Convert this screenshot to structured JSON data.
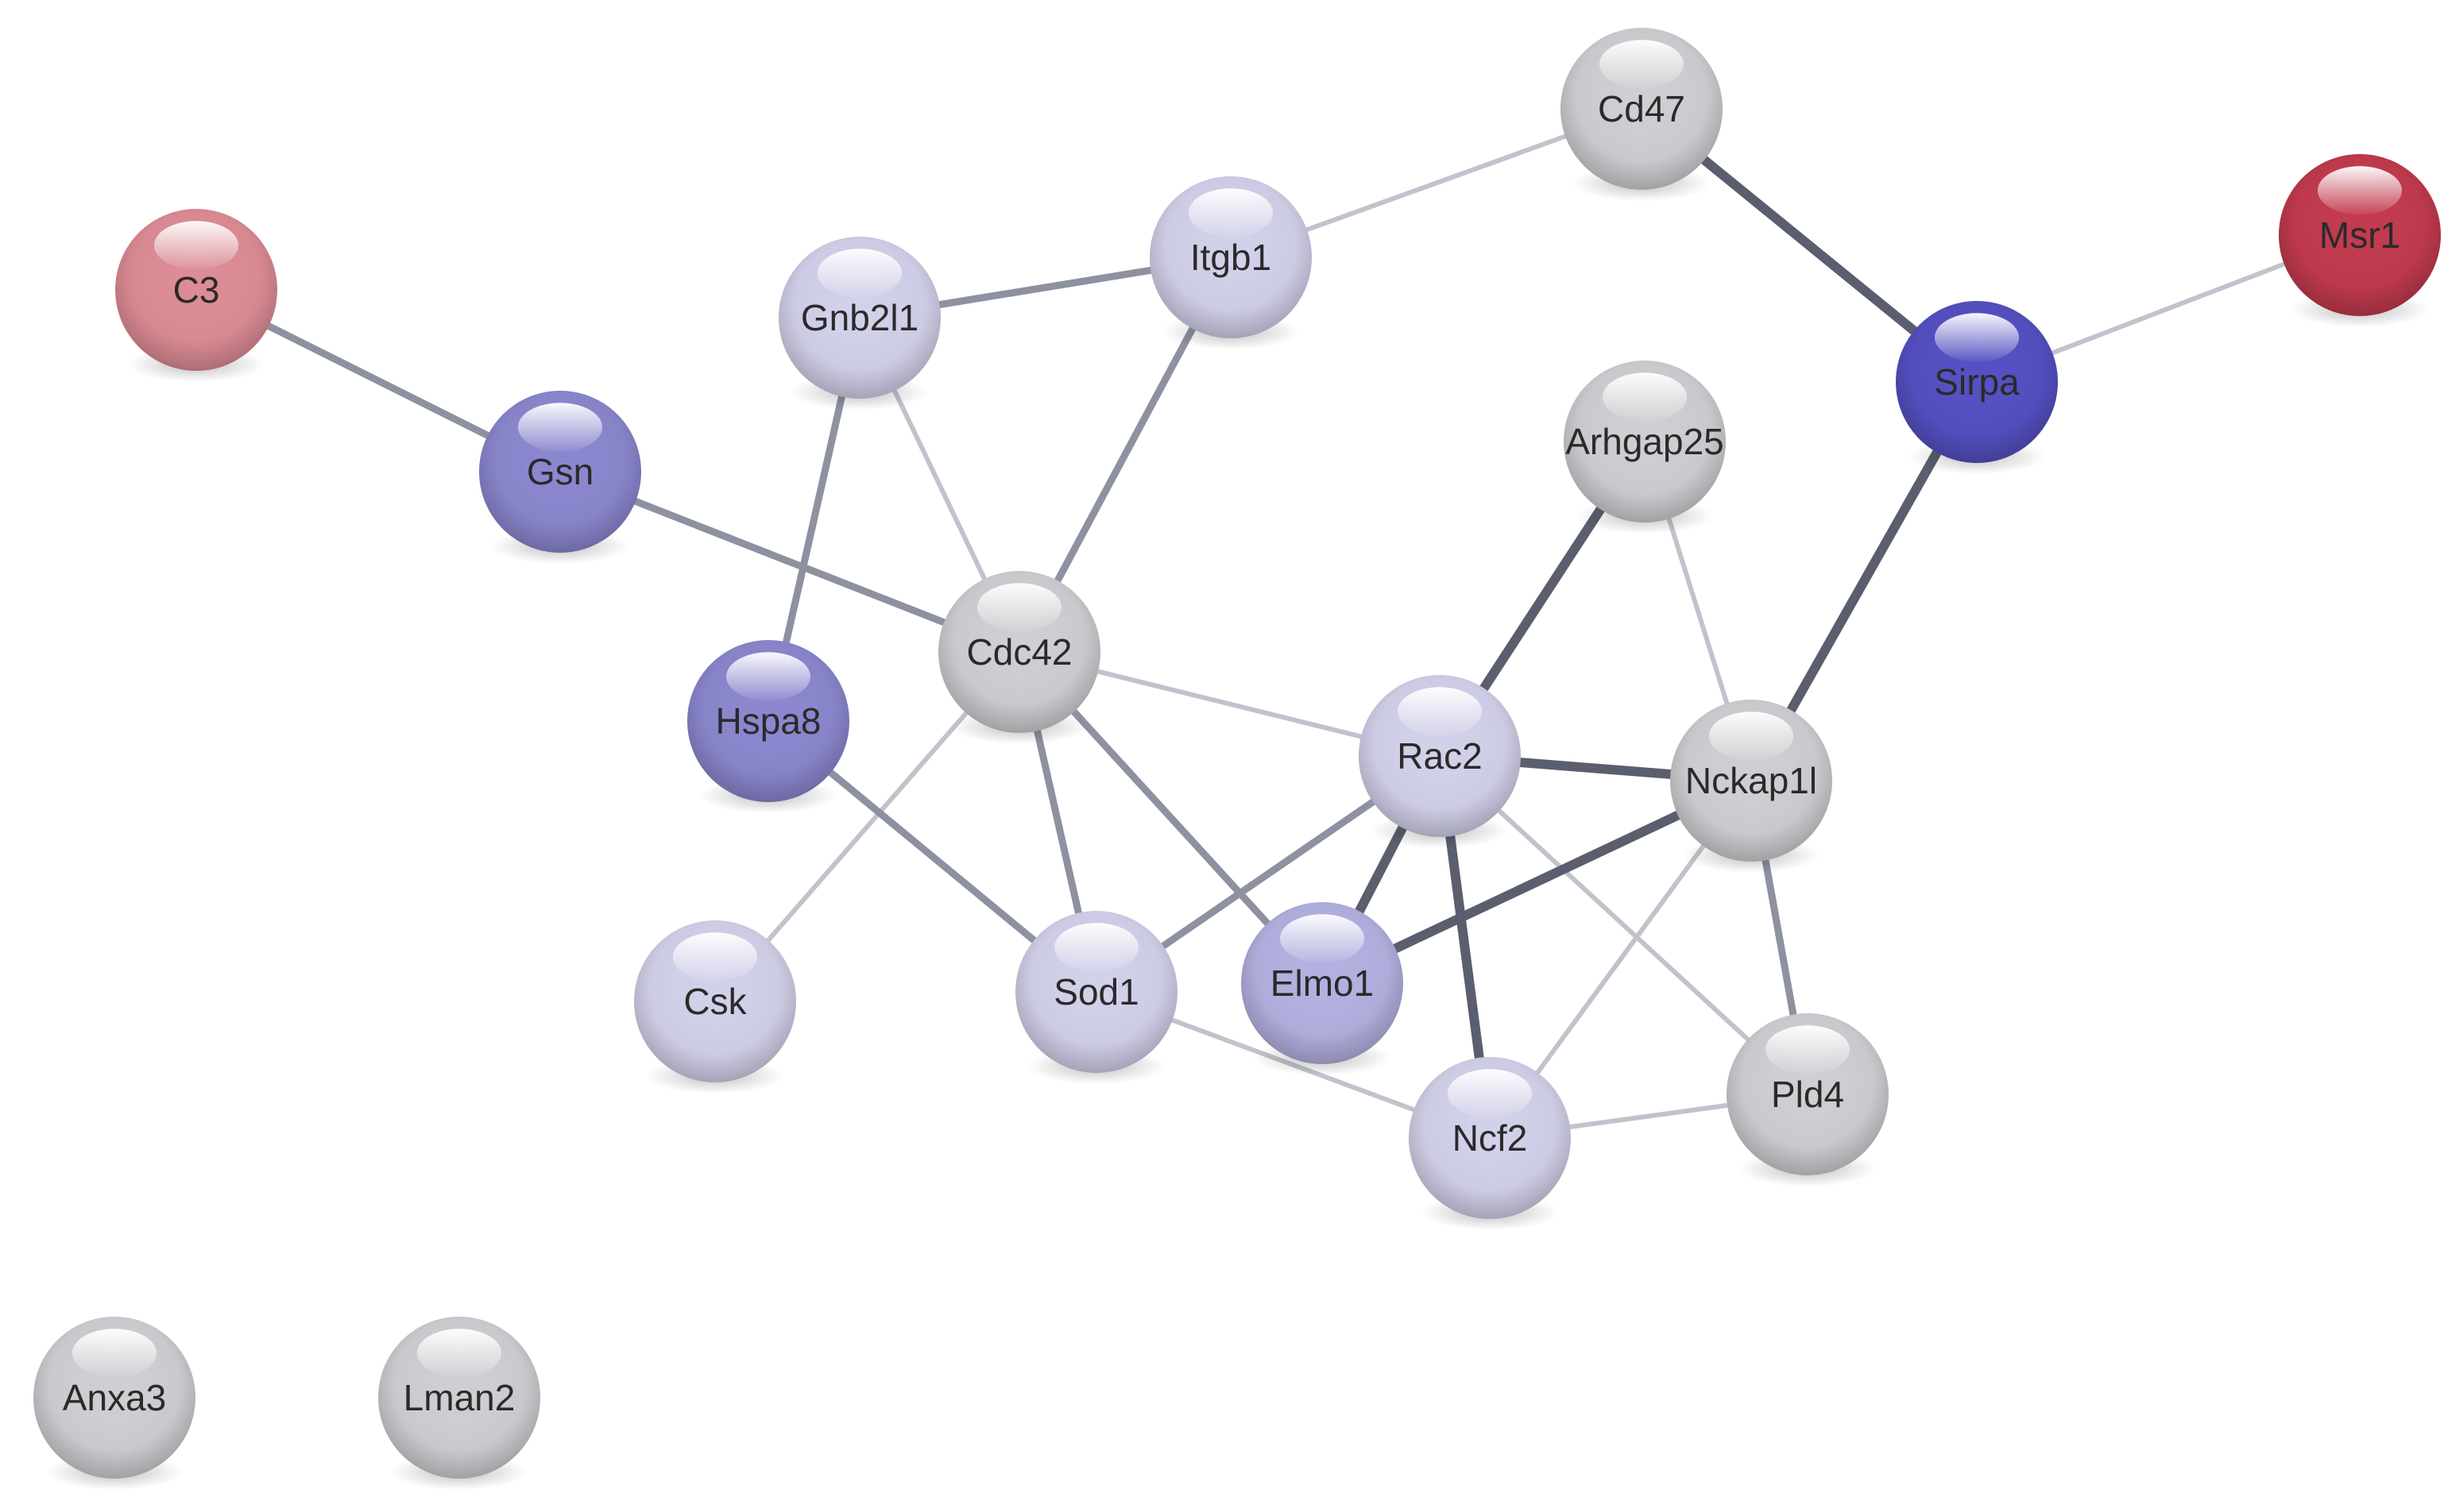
{
  "diagram": {
    "type": "protein-interaction-network",
    "colors": {
      "gray": "#cfcfd3",
      "lavender": "#d2d1ea",
      "light_purple": "#b3b1e0",
      "medium_purple": "#8b87cf",
      "blue_purple": "#5550c2",
      "pink": "#dd8c95",
      "red": "#c23a4d",
      "edge_strong": "#5a5e6e",
      "edge_medium": "#8d91a0",
      "edge_light": "#c1c3cc"
    },
    "nodes": [
      {
        "id": "cd47",
        "label": "Cd47",
        "color": "gray"
      },
      {
        "id": "msr1",
        "label": "Msr1",
        "color": "red"
      },
      {
        "id": "c3",
        "label": "C3",
        "color": "pink"
      },
      {
        "id": "itgb1",
        "label": "Itgb1",
        "color": "lavender"
      },
      {
        "id": "gnb2l1",
        "label": "Gnb2l1",
        "color": "lavender"
      },
      {
        "id": "sirpa",
        "label": "Sirpa",
        "color": "blue_purple"
      },
      {
        "id": "gsn",
        "label": "Gsn",
        "color": "medium_purple"
      },
      {
        "id": "arhgap25",
        "label": "Arhgap25",
        "color": "gray"
      },
      {
        "id": "cdc42",
        "label": "Cdc42",
        "color": "gray"
      },
      {
        "id": "hspa8",
        "label": "Hspa8",
        "color": "medium_purple"
      },
      {
        "id": "rac2",
        "label": "Rac2",
        "color": "lavender"
      },
      {
        "id": "nckap1l",
        "label": "Nckap1l",
        "color": "gray"
      },
      {
        "id": "csk",
        "label": "Csk",
        "color": "lavender"
      },
      {
        "id": "sod1",
        "label": "Sod1",
        "color": "lavender"
      },
      {
        "id": "elmo1",
        "label": "Elmo1",
        "color": "light_purple"
      },
      {
        "id": "pld4",
        "label": "Pld4",
        "color": "gray"
      },
      {
        "id": "ncf2",
        "label": "Ncf2",
        "color": "lavender"
      },
      {
        "id": "anxa3",
        "label": "Anxa3",
        "color": "gray"
      },
      {
        "id": "lman2",
        "label": "Lman2",
        "color": "gray"
      }
    ],
    "edges": [
      {
        "source": "cd47",
        "target": "itgb1",
        "strength": "light"
      },
      {
        "source": "cd47",
        "target": "sirpa",
        "strength": "strong"
      },
      {
        "source": "msr1",
        "target": "sirpa",
        "strength": "light"
      },
      {
        "source": "c3",
        "target": "gsn",
        "strength": "medium"
      },
      {
        "source": "gnb2l1",
        "target": "itgb1",
        "strength": "medium"
      },
      {
        "source": "gnb2l1",
        "target": "hspa8",
        "strength": "medium"
      },
      {
        "source": "gnb2l1",
        "target": "cdc42",
        "strength": "light"
      },
      {
        "source": "itgb1",
        "target": "cdc42",
        "strength": "medium"
      },
      {
        "source": "gsn",
        "target": "cdc42",
        "strength": "medium"
      },
      {
        "source": "sirpa",
        "target": "nckap1l",
        "strength": "strong"
      },
      {
        "source": "arhgap25",
        "target": "rac2",
        "strength": "strong"
      },
      {
        "source": "arhgap25",
        "target": "nckap1l",
        "strength": "light"
      },
      {
        "source": "cdc42",
        "target": "rac2",
        "strength": "light"
      },
      {
        "source": "cdc42",
        "target": "csk",
        "strength": "light"
      },
      {
        "source": "cdc42",
        "target": "sod1",
        "strength": "medium"
      },
      {
        "source": "cdc42",
        "target": "elmo1",
        "strength": "medium"
      },
      {
        "source": "hspa8",
        "target": "sod1",
        "strength": "medium"
      },
      {
        "source": "rac2",
        "target": "nckap1l",
        "strength": "strong"
      },
      {
        "source": "rac2",
        "target": "elmo1",
        "strength": "strong"
      },
      {
        "source": "rac2",
        "target": "ncf2",
        "strength": "strong"
      },
      {
        "source": "rac2",
        "target": "sod1",
        "strength": "medium"
      },
      {
        "source": "rac2",
        "target": "pld4",
        "strength": "light"
      },
      {
        "source": "nckap1l",
        "target": "elmo1",
        "strength": "strong"
      },
      {
        "source": "nckap1l",
        "target": "pld4",
        "strength": "medium"
      },
      {
        "source": "nckap1l",
        "target": "ncf2",
        "strength": "light"
      },
      {
        "source": "sod1",
        "target": "ncf2",
        "strength": "light"
      },
      {
        "source": "ncf2",
        "target": "pld4",
        "strength": "light"
      }
    ]
  }
}
